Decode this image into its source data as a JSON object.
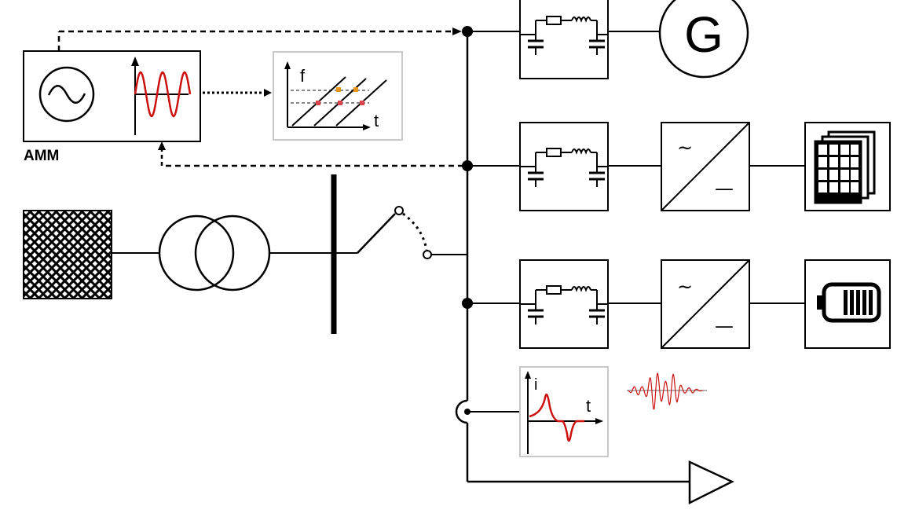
{
  "labels": {
    "amm": "AMM",
    "generator_letter": "G",
    "freq_axis": "f",
    "time_axis": "t",
    "current_axis": "i",
    "current_time_axis": "t",
    "ac_symbol": "~",
    "dc_symbol": "—"
  },
  "colors": {
    "line": "#000000",
    "signal": "#cc1111",
    "marker_orange": "#e8961c",
    "marker_red": "#d9434b",
    "inset_border": "#c8c8c8",
    "dashed_grey": "#888888"
  },
  "icons": {
    "grid": "grid-network-icon",
    "transformer": "transformer-icon",
    "generator": "generator-icon",
    "filter": "lc-filter-icon",
    "inverter": "ac-dc-converter-icon",
    "pv": "solar-panel-icon",
    "battery": "battery-icon",
    "load": "load-triangle-icon",
    "ac_source": "ac-source-icon"
  }
}
